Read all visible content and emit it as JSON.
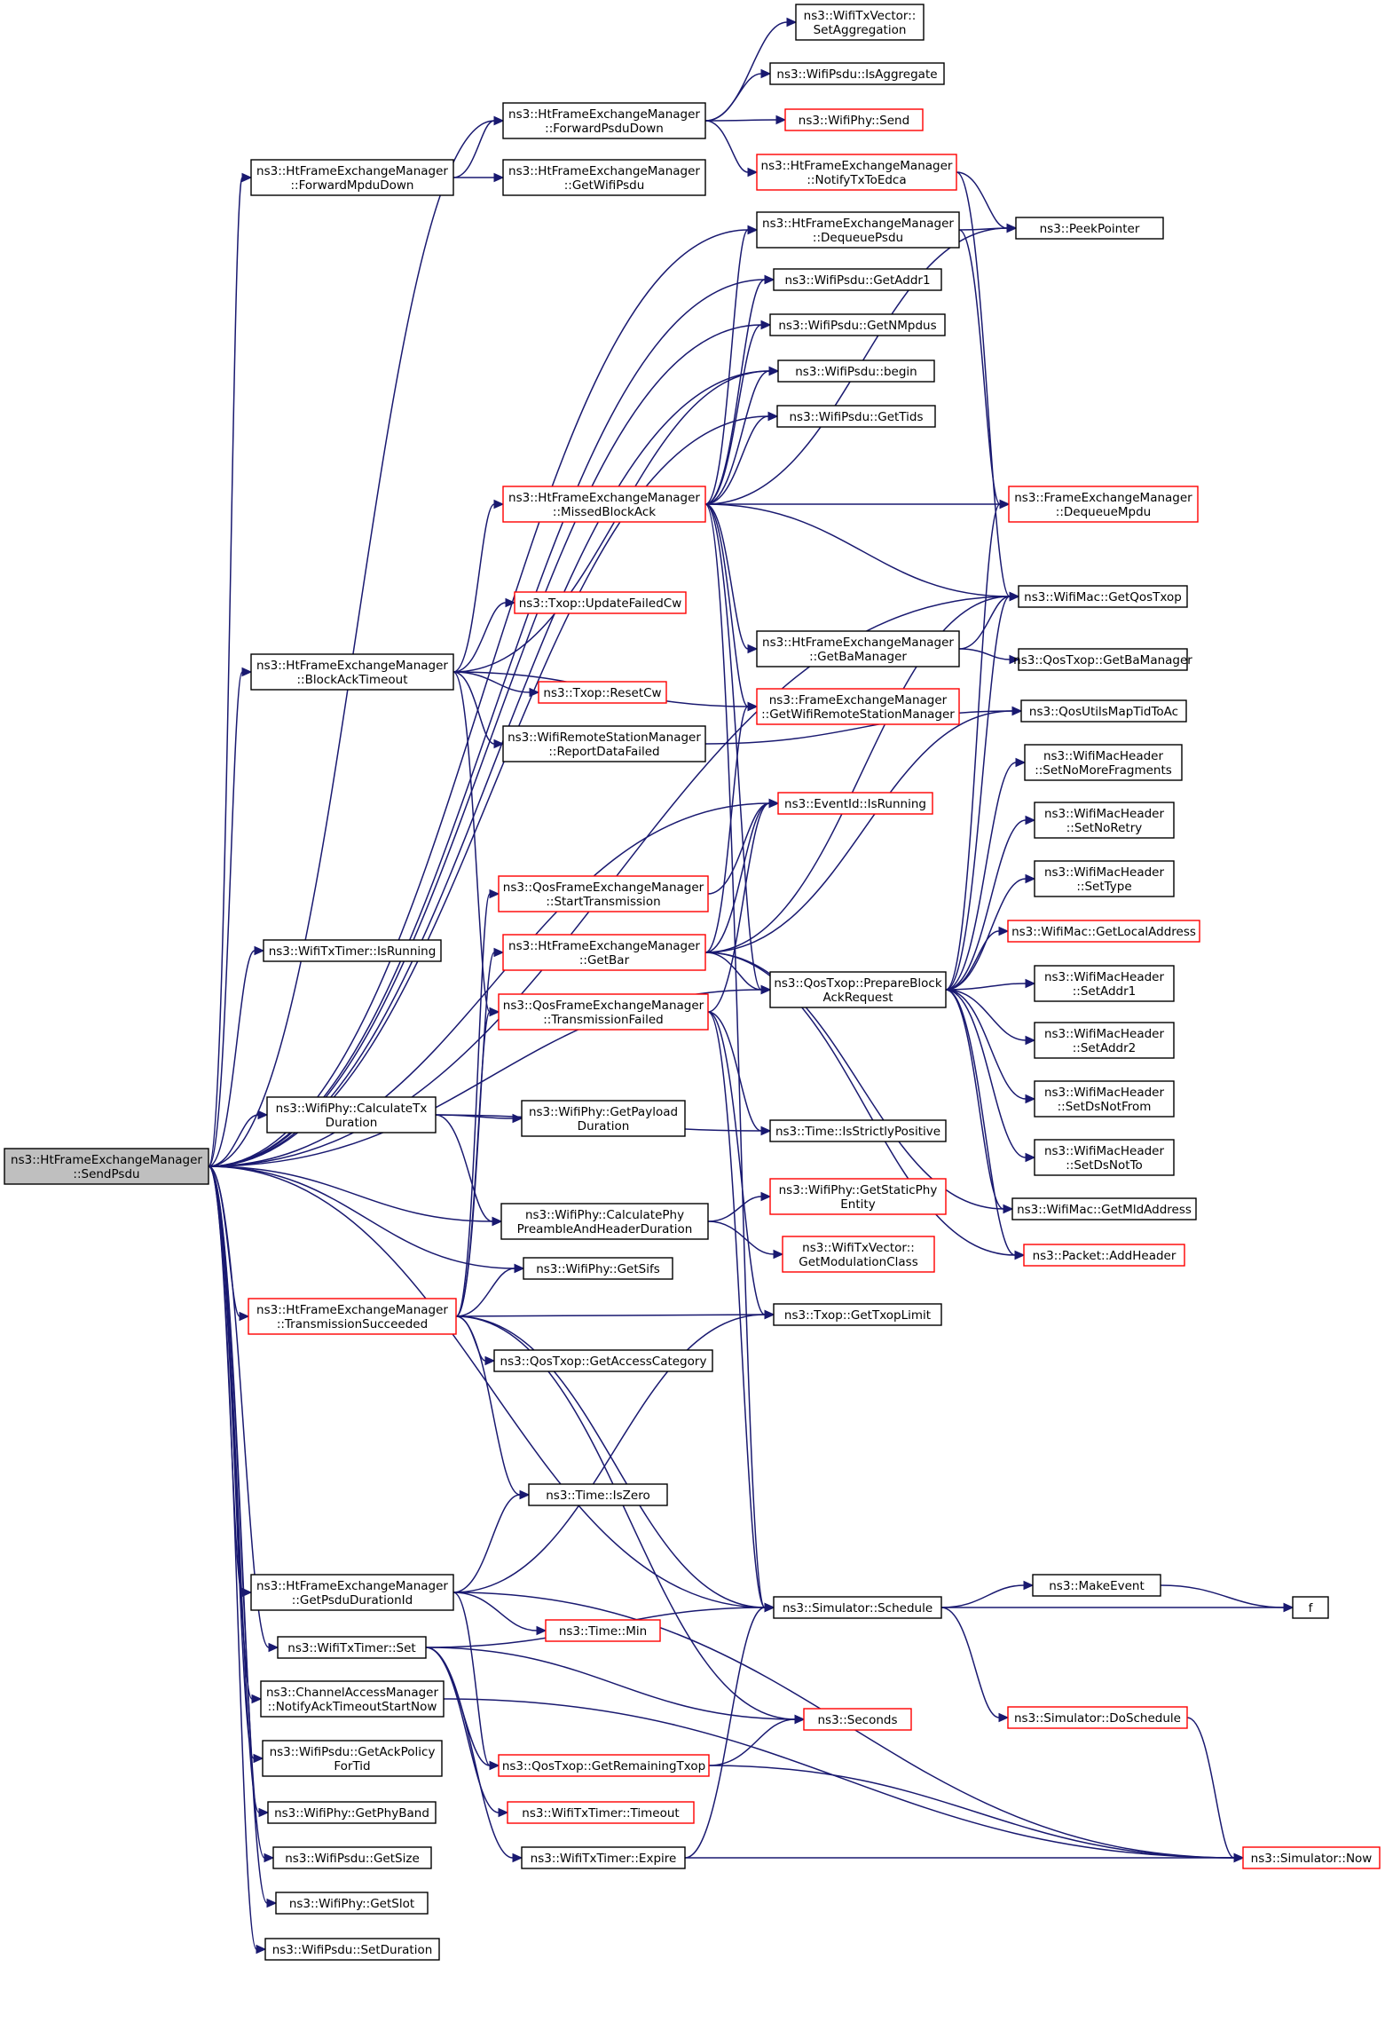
{
  "diagram": {
    "root": "sendpsdu",
    "colors": {
      "edge": "#191970",
      "node_border": "#000000",
      "link_border": "#ff0000",
      "root_fill": "#bfbfbf"
    },
    "nodes": [
      {
        "id": "sendpsdu",
        "lines": [
          "ns3::HtFrameExchangeManager",
          "::SendPsdu"
        ]
      },
      {
        "id": "fwdpsdu",
        "lines": [
          "ns3::HtFrameExchangeManager",
          "::ForwardPsduDown"
        ]
      },
      {
        "id": "fwdmpdu",
        "lines": [
          "ns3::HtFrameExchangeManager",
          "::ForwardMpduDown"
        ]
      },
      {
        "id": "getwifipsdu",
        "lines": [
          "ns3::HtFrameExchangeManager",
          "::GetWifiPsdu"
        ]
      },
      {
        "id": "setagg",
        "lines": [
          "ns3::WifiTxVector::",
          "SetAggregation"
        ]
      },
      {
        "id": "isagg",
        "lines": [
          "ns3::WifiPsdu::IsAggregate"
        ]
      },
      {
        "id": "physend",
        "lines": [
          "ns3::WifiPhy::Send"
        ],
        "red": true
      },
      {
        "id": "notifyedca",
        "lines": [
          "ns3::HtFrameExchangeManager",
          "::NotifyTxToEdca"
        ],
        "red": true
      },
      {
        "id": "dequeuepsdu",
        "lines": [
          "ns3::HtFrameExchangeManager",
          "::DequeuePsdu"
        ]
      },
      {
        "id": "peekptr",
        "lines": [
          "ns3::PeekPointer"
        ]
      },
      {
        "id": "getaddr1",
        "lines": [
          "ns3::WifiPsdu::GetAddr1"
        ]
      },
      {
        "id": "getnmpdus",
        "lines": [
          "ns3::WifiPsdu::GetNMpdus"
        ]
      },
      {
        "id": "begin",
        "lines": [
          "ns3::WifiPsdu::begin"
        ]
      },
      {
        "id": "gettids",
        "lines": [
          "ns3::WifiPsdu::GetTids"
        ]
      },
      {
        "id": "missedback",
        "lines": [
          "ns3::HtFrameExchangeManager",
          "::MissedBlockAck"
        ],
        "red": true
      },
      {
        "id": "dequeuempdu",
        "lines": [
          "ns3::FrameExchangeManager",
          "::DequeueMpdu"
        ],
        "red": true
      },
      {
        "id": "getqostxop",
        "lines": [
          "ns3::WifiMac::GetQosTxop"
        ]
      },
      {
        "id": "updatefailedcw",
        "lines": [
          "ns3::Txop::UpdateFailedCw"
        ],
        "red": true
      },
      {
        "id": "blockacktimeout",
        "lines": [
          "ns3::HtFrameExchangeManager",
          "::BlockAckTimeout"
        ]
      },
      {
        "id": "getbamanager",
        "lines": [
          "ns3::HtFrameExchangeManager",
          "::GetBaManager"
        ]
      },
      {
        "id": "qosgetbamgr",
        "lines": [
          "ns3::QosTxop::GetBaManager"
        ]
      },
      {
        "id": "resetcw",
        "lines": [
          "ns3::Txop::ResetCw"
        ],
        "red": true
      },
      {
        "id": "getwrsm",
        "lines": [
          "ns3::FrameExchangeManager",
          "::GetWifiRemoteStationManager"
        ],
        "red": true
      },
      {
        "id": "qosmaptid",
        "lines": [
          "ns3::QosUtilsMapTidToAc"
        ]
      },
      {
        "id": "reportdatafailed",
        "lines": [
          "ns3::WifiRemoteStationManager",
          "::ReportDataFailed"
        ]
      },
      {
        "id": "setnomorefrag",
        "lines": [
          "ns3::WifiMacHeader",
          "::SetNoMoreFragments"
        ]
      },
      {
        "id": "eventisrunning",
        "lines": [
          "ns3::EventId::IsRunning"
        ],
        "red": true
      },
      {
        "id": "setnoretry",
        "lines": [
          "ns3::WifiMacHeader",
          "::SetNoRetry"
        ]
      },
      {
        "id": "qosstarttx",
        "lines": [
          "ns3::QosFrameExchangeManager",
          "::StartTransmission"
        ],
        "red": true
      },
      {
        "id": "settype",
        "lines": [
          "ns3::WifiMacHeader",
          "::SetType"
        ]
      },
      {
        "id": "timerisrunning",
        "lines": [
          "ns3::WifiTxTimer::IsRunning"
        ]
      },
      {
        "id": "getlocaladdr",
        "lines": [
          "ns3::WifiMac::GetLocalAddress"
        ],
        "red": true
      },
      {
        "id": "getbar",
        "lines": [
          "ns3::HtFrameExchangeManager",
          "::GetBar"
        ],
        "red": true
      },
      {
        "id": "preparebar",
        "lines": [
          "ns3::QosTxop::PrepareBlock",
          "AckRequest"
        ]
      },
      {
        "id": "setaddr1",
        "lines": [
          "ns3::WifiMacHeader",
          "::SetAddr1"
        ]
      },
      {
        "id": "txfailed",
        "lines": [
          "ns3::QosFrameExchangeManager",
          "::TransmissionFailed"
        ],
        "red": true
      },
      {
        "id": "setaddr2",
        "lines": [
          "ns3::WifiMacHeader",
          "::SetAddr2"
        ]
      },
      {
        "id": "setdsnotfrom",
        "lines": [
          "ns3::WifiMacHeader",
          "::SetDsNotFrom"
        ]
      },
      {
        "id": "calctxdur",
        "lines": [
          "ns3::WifiPhy::CalculateTx",
          "Duration"
        ]
      },
      {
        "id": "getpayloaddur",
        "lines": [
          "ns3::WifiPhy::GetPayload",
          "Duration"
        ]
      },
      {
        "id": "strictlypos",
        "lines": [
          "ns3::Time::IsStrictlyPositive"
        ]
      },
      {
        "id": "setdsnotto",
        "lines": [
          "ns3::WifiMacHeader",
          "::SetDsNotTo"
        ]
      },
      {
        "id": "getstaticphy",
        "lines": [
          "ns3::WifiPhy::GetStaticPhy",
          "Entity"
        ],
        "red": true
      },
      {
        "id": "calcpreamble",
        "lines": [
          "ns3::WifiPhy::CalculatePhy",
          "PreambleAndHeaderDuration"
        ]
      },
      {
        "id": "getmldaddr",
        "lines": [
          "ns3::WifiMac::GetMldAddress"
        ]
      },
      {
        "id": "getmodclass",
        "lines": [
          "ns3::WifiTxVector::",
          "GetModulationClass"
        ],
        "red": true
      },
      {
        "id": "addheader",
        "lines": [
          "ns3::Packet::AddHeader"
        ],
        "red": true
      },
      {
        "id": "getsifs",
        "lines": [
          "ns3::WifiPhy::GetSifs"
        ]
      },
      {
        "id": "txsucceeded",
        "lines": [
          "ns3::HtFrameExchangeManager",
          "::TransmissionSucceeded"
        ],
        "red": true
      },
      {
        "id": "gettxoplimit",
        "lines": [
          "ns3::Txop::GetTxopLimit"
        ]
      },
      {
        "id": "getaccesscat",
        "lines": [
          "ns3::QosTxop::GetAccessCategory"
        ]
      },
      {
        "id": "iszero",
        "lines": [
          "ns3::Time::IsZero"
        ]
      },
      {
        "id": "makeevent",
        "lines": [
          "ns3::MakeEvent"
        ]
      },
      {
        "id": "getpsdudur",
        "lines": [
          "ns3::HtFrameExchangeManager",
          "::GetPsduDurationId"
        ]
      },
      {
        "id": "schedule",
        "lines": [
          "ns3::Simulator::Schedule"
        ]
      },
      {
        "id": "f",
        "lines": [
          "f"
        ]
      },
      {
        "id": "timemin",
        "lines": [
          "ns3::Time::Min"
        ],
        "red": true
      },
      {
        "id": "timerset",
        "lines": [
          "ns3::WifiTxTimer::Set"
        ]
      },
      {
        "id": "notifyacktimeout",
        "lines": [
          "ns3::ChannelAccessManager",
          "::NotifyAckTimeoutStartNow"
        ]
      },
      {
        "id": "doschedule",
        "lines": [
          "ns3::Simulator::DoSchedule"
        ],
        "red": true
      },
      {
        "id": "seconds",
        "lines": [
          "ns3::Seconds"
        ],
        "red": true
      },
      {
        "id": "getacktpolicy",
        "lines": [
          "ns3::WifiPsdu::GetAckPolicy",
          "ForTid"
        ]
      },
      {
        "id": "getremtxop",
        "lines": [
          "ns3::QosTxop::GetRemainingTxop"
        ],
        "red": true
      },
      {
        "id": "getphyband",
        "lines": [
          "ns3::WifiPhy::GetPhyBand"
        ]
      },
      {
        "id": "timeout",
        "lines": [
          "ns3::WifiTxTimer::Timeout"
        ],
        "red": true
      },
      {
        "id": "getsize",
        "lines": [
          "ns3::WifiPsdu::GetSize"
        ]
      },
      {
        "id": "expire",
        "lines": [
          "ns3::WifiTxTimer::Expire"
        ]
      },
      {
        "id": "simnow",
        "lines": [
          "ns3::Simulator::Now"
        ],
        "red": true
      },
      {
        "id": "getslot",
        "lines": [
          "ns3::WifiPhy::GetSlot"
        ]
      },
      {
        "id": "setduration",
        "lines": [
          "ns3::WifiPsdu::SetDuration"
        ]
      }
    ],
    "edges": [
      [
        "sendpsdu",
        "fwdpsdu"
      ],
      [
        "sendpsdu",
        "fwdmpdu"
      ],
      [
        "sendpsdu",
        "dequeuepsdu"
      ],
      [
        "sendpsdu",
        "getaddr1"
      ],
      [
        "sendpsdu",
        "getnmpdus"
      ],
      [
        "sendpsdu",
        "begin"
      ],
      [
        "sendpsdu",
        "gettids"
      ],
      [
        "sendpsdu",
        "getqostxop"
      ],
      [
        "sendpsdu",
        "blockacktimeout"
      ],
      [
        "sendpsdu",
        "eventisrunning"
      ],
      [
        "sendpsdu",
        "timerisrunning"
      ],
      [
        "sendpsdu",
        "preparebar"
      ],
      [
        "sendpsdu",
        "calctxdur"
      ],
      [
        "sendpsdu",
        "calcpreamble"
      ],
      [
        "sendpsdu",
        "getsifs"
      ],
      [
        "sendpsdu",
        "txsucceeded"
      ],
      [
        "sendpsdu",
        "schedule"
      ],
      [
        "sendpsdu",
        "getpsdudur"
      ],
      [
        "sendpsdu",
        "timerset"
      ],
      [
        "sendpsdu",
        "notifyacktimeout"
      ],
      [
        "sendpsdu",
        "getacktpolicy"
      ],
      [
        "sendpsdu",
        "getphyband"
      ],
      [
        "sendpsdu",
        "getsize"
      ],
      [
        "sendpsdu",
        "getslot"
      ],
      [
        "sendpsdu",
        "setduration"
      ],
      [
        "fwdmpdu",
        "fwdpsdu"
      ],
      [
        "fwdmpdu",
        "getwifipsdu"
      ],
      [
        "fwdpsdu",
        "setagg"
      ],
      [
        "fwdpsdu",
        "isagg"
      ],
      [
        "fwdpsdu",
        "physend"
      ],
      [
        "fwdpsdu",
        "notifyedca"
      ],
      [
        "notifyedca",
        "peekptr"
      ],
      [
        "notifyedca",
        "getqostxop"
      ],
      [
        "dequeuepsdu",
        "peekptr"
      ],
      [
        "dequeuepsdu",
        "dequeuempdu"
      ],
      [
        "missedback",
        "dequeuepsdu"
      ],
      [
        "missedback",
        "getaddr1"
      ],
      [
        "missedback",
        "getnmpdus"
      ],
      [
        "missedback",
        "begin"
      ],
      [
        "missedback",
        "gettids"
      ],
      [
        "missedback",
        "peekptr"
      ],
      [
        "missedback",
        "dequeuempdu"
      ],
      [
        "missedback",
        "getqostxop"
      ],
      [
        "missedback",
        "getbamanager"
      ],
      [
        "missedback",
        "getwrsm"
      ],
      [
        "missedback",
        "preparebar"
      ],
      [
        "missedback",
        "schedule"
      ],
      [
        "blockacktimeout",
        "missedback"
      ],
      [
        "blockacktimeout",
        "updatefailedcw"
      ],
      [
        "blockacktimeout",
        "resetcw"
      ],
      [
        "blockacktimeout",
        "getwrsm"
      ],
      [
        "blockacktimeout",
        "reportdatafailed"
      ],
      [
        "blockacktimeout",
        "begin"
      ],
      [
        "blockacktimeout",
        "txfailed"
      ],
      [
        "getbamanager",
        "getqostxop"
      ],
      [
        "getbamanager",
        "qosgetbamgr"
      ],
      [
        "reportdatafailed",
        "qosmaptid"
      ],
      [
        "qosstarttx",
        "eventisrunning"
      ],
      [
        "getbar",
        "getqostxop"
      ],
      [
        "getbar",
        "eventisrunning"
      ],
      [
        "getbar",
        "qosmaptid"
      ],
      [
        "getbar",
        "getwrsm"
      ],
      [
        "getbar",
        "preparebar"
      ],
      [
        "getbar",
        "getmldaddr"
      ],
      [
        "getbar",
        "addheader"
      ],
      [
        "preparebar",
        "dequeuempdu"
      ],
      [
        "preparebar",
        "getqostxop"
      ],
      [
        "preparebar",
        "setnomorefrag"
      ],
      [
        "preparebar",
        "setnoretry"
      ],
      [
        "preparebar",
        "settype"
      ],
      [
        "preparebar",
        "getlocaladdr"
      ],
      [
        "preparebar",
        "setaddr1"
      ],
      [
        "preparebar",
        "setaddr2"
      ],
      [
        "preparebar",
        "setdsnotfrom"
      ],
      [
        "preparebar",
        "setdsnotto"
      ],
      [
        "preparebar",
        "getmldaddr"
      ],
      [
        "preparebar",
        "addheader"
      ],
      [
        "txfailed",
        "eventisrunning"
      ],
      [
        "txfailed",
        "strictlypos"
      ],
      [
        "txfailed",
        "gettxoplimit"
      ],
      [
        "txfailed",
        "schedule"
      ],
      [
        "calctxdur",
        "getpayloaddur"
      ],
      [
        "calctxdur",
        "strictlypos"
      ],
      [
        "calctxdur",
        "calcpreamble"
      ],
      [
        "calcpreamble",
        "getstaticphy"
      ],
      [
        "calcpreamble",
        "getmodclass"
      ],
      [
        "txsucceeded",
        "qosstarttx"
      ],
      [
        "txsucceeded",
        "getbar"
      ],
      [
        "txsucceeded",
        "txfailed"
      ],
      [
        "txsucceeded",
        "getsifs"
      ],
      [
        "txsucceeded",
        "gettxoplimit"
      ],
      [
        "txsucceeded",
        "getaccesscat"
      ],
      [
        "txsucceeded",
        "iszero"
      ],
      [
        "txsucceeded",
        "schedule"
      ],
      [
        "txsucceeded",
        "seconds"
      ],
      [
        "getpsdudur",
        "iszero"
      ],
      [
        "getpsdudur",
        "gettxoplimit"
      ],
      [
        "getpsdudur",
        "timemin"
      ],
      [
        "getpsdudur",
        "getremtxop"
      ],
      [
        "getpsdudur",
        "simnow"
      ],
      [
        "timerset",
        "schedule"
      ],
      [
        "timerset",
        "seconds"
      ],
      [
        "timerset",
        "timeout"
      ],
      [
        "timerset",
        "expire"
      ],
      [
        "timerset",
        "getremtxop"
      ],
      [
        "schedule",
        "makeevent"
      ],
      [
        "schedule",
        "f"
      ],
      [
        "schedule",
        "doschedule"
      ],
      [
        "makeevent",
        "f"
      ],
      [
        "doschedule",
        "simnow"
      ],
      [
        "getremtxop",
        "seconds"
      ],
      [
        "getremtxop",
        "simnow"
      ],
      [
        "expire",
        "schedule"
      ],
      [
        "expire",
        "simnow"
      ],
      [
        "notifyacktimeout",
        "simnow"
      ]
    ]
  }
}
